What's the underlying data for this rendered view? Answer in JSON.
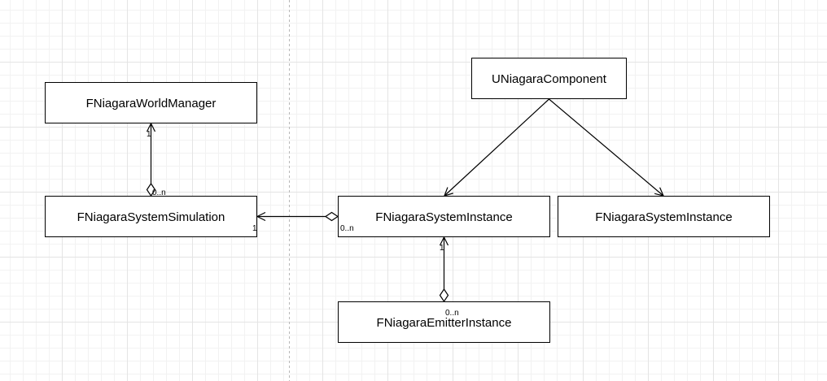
{
  "classes": {
    "world_manager": "FNiagaraWorldManager",
    "system_simulation": "FNiagaraSystemSimulation",
    "system_instance_left": "FNiagaraSystemInstance",
    "system_instance_right": "FNiagaraSystemInstance",
    "component": "UNiagaraComponent",
    "emitter_instance": "FNiagaraEmitterInstance"
  },
  "multiplicities": {
    "world_manager_end": "1",
    "simulation_top_end": "0..n",
    "simulation_right_end": "1",
    "instance_left_end": "0..n",
    "instance_bottom_end": "1",
    "emitter_top_end": "0..n"
  },
  "colors": {
    "line": "#000000",
    "box_fill": "#ffffff",
    "grid": "#e4e4e4"
  }
}
